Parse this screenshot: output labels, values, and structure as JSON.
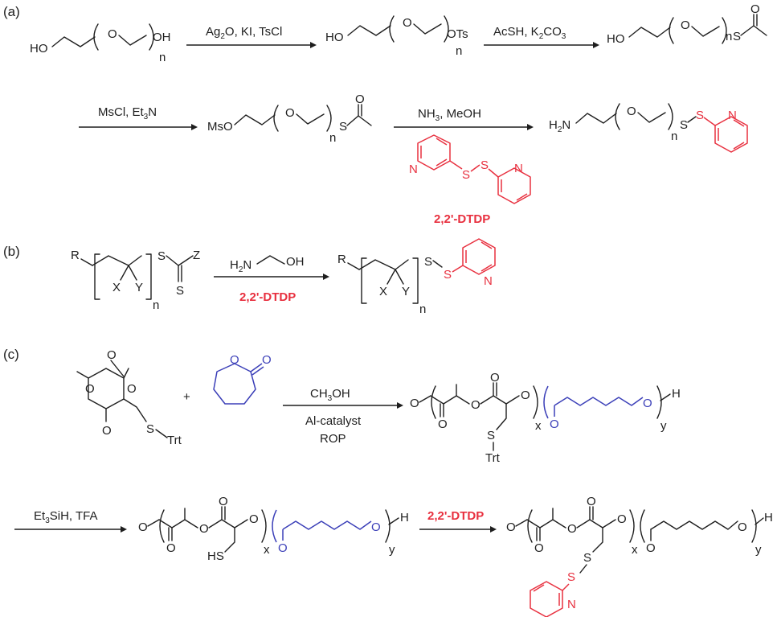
{
  "panels": {
    "a": {
      "label": "(a)",
      "reagents": [
        {
          "main": "Ag",
          "sub": "2",
          "rest": "O, KI, TsCl"
        },
        {
          "main": "AcSH, K",
          "sub": "2",
          "rest": "CO",
          "sub2": "3"
        },
        {
          "main": "MsCl, Et",
          "sub": "3",
          "rest": "N"
        },
        {
          "main": "NH",
          "sub": "3",
          "rest": ", MeOH"
        }
      ],
      "catalyst_name": "2,2'-DTDP",
      "atoms": {
        "ho": "HO",
        "oh": "OH",
        "o": "O",
        "n": "n",
        "ots": "OTs",
        "s": "S",
        "mso": "MsO",
        "h2n": "H",
        "h2n_sub": "2",
        "h2n_n": "N",
        "ring_n": "N"
      }
    },
    "b": {
      "label": "(b)",
      "reagent_top": {
        "main": "H",
        "sub": "2",
        "rest": "N",
        "end": "OH"
      },
      "reagent_bottom": "2,2'-DTDP",
      "atoms": {
        "r": "R",
        "x": "X",
        "y": "Y",
        "s": "S",
        "z": "Z",
        "n": "n",
        "ring_n": "N"
      }
    },
    "c": {
      "label": "(c)",
      "plus": "+",
      "reagent_lines": [
        {
          "main": "CH",
          "sub": "3",
          "rest": "OH"
        },
        {
          "main": "Al-catalyst"
        },
        {
          "main": "ROP"
        }
      ],
      "second_reagent": {
        "main": "Et",
        "sub": "3",
        "rest": "SiH, TFA"
      },
      "third_reagent": "2,2'-DTDP",
      "atoms": {
        "o": "O",
        "s": "S",
        "trt": "Trt",
        "hs": "HS",
        "x": "x",
        "y": "y",
        "h": "H",
        "ring_n": "N"
      }
    }
  },
  "colors": {
    "highlight": "#e8303f",
    "caprolactone": "#3b3fb8",
    "ink": "#1e1e1e"
  }
}
